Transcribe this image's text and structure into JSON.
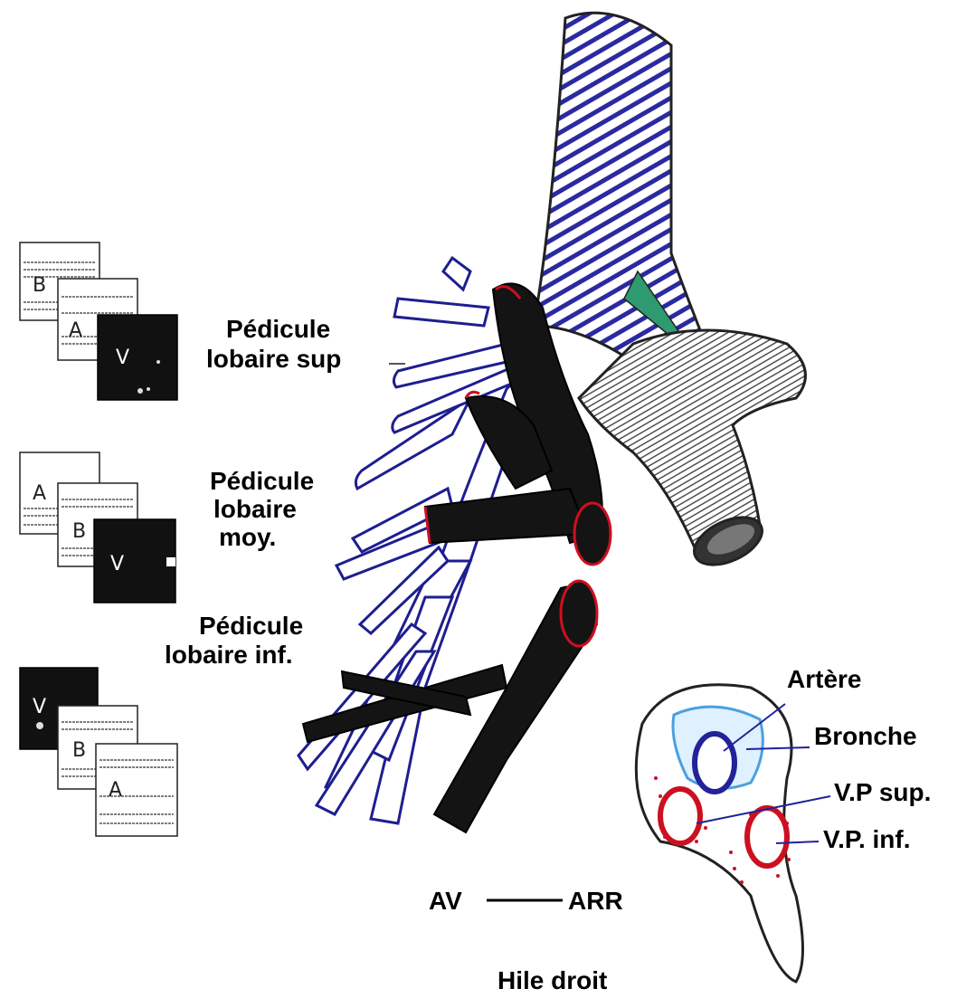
{
  "labels": {
    "pedicule_sup": [
      "Pédicule",
      "lobaire sup"
    ],
    "pedicule_moy": [
      "Pédicule",
      "lobaire",
      "moy."
    ],
    "pedicule_inf": [
      "Pédicule",
      "lobaire inf."
    ],
    "artere": "Artère",
    "bronche": "Bronche",
    "vp_sup": "V.P sup.",
    "vp_inf": "V.P. inf.",
    "av": "AV",
    "arr": "ARR",
    "caption": "Hile droit"
  },
  "card_stacks": [
    {
      "name": "superior",
      "cards": [
        "B",
        "A",
        "V"
      ]
    },
    {
      "name": "middle",
      "cards": [
        "A",
        "B",
        "V"
      ]
    },
    {
      "name": "inferior",
      "cards": [
        "V",
        "B",
        "A"
      ]
    }
  ],
  "colors": {
    "artery": "#1a1a1a",
    "bronchus_outline": "#2b2b9a",
    "bronchus_stripe": "#2323a0",
    "light_blue": "#7fc4f0",
    "vein_red": "#cc1020",
    "carina_green": "#2e9a70"
  }
}
